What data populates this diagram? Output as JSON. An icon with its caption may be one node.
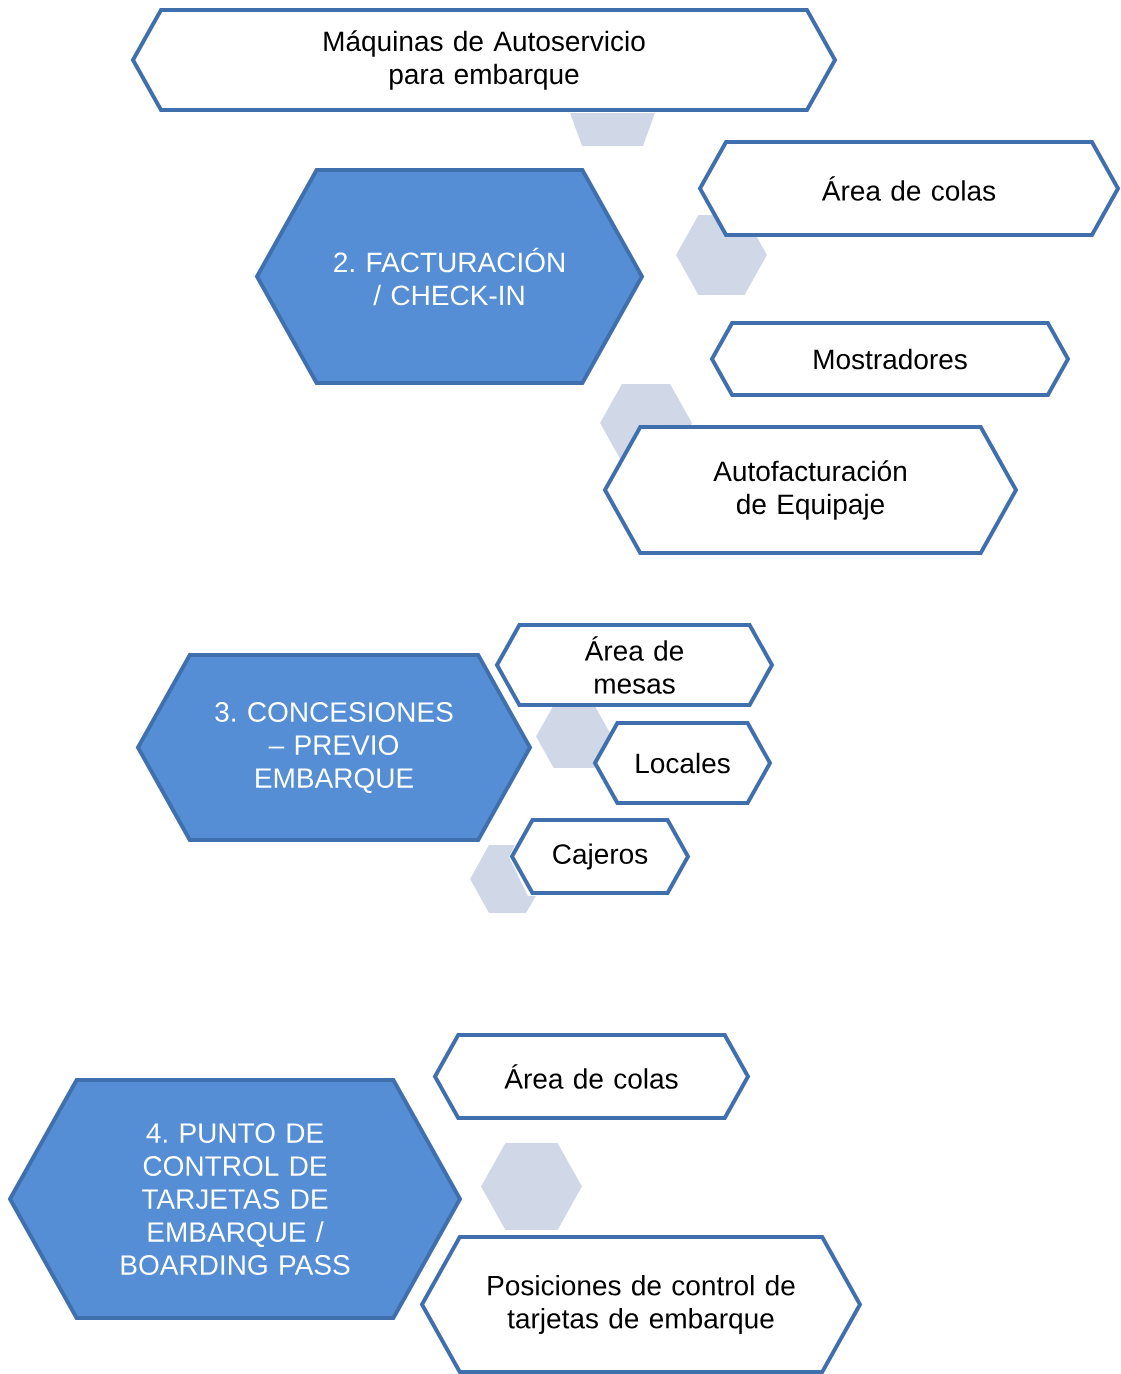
{
  "diagram": {
    "nodes": [
      {
        "text": [
          "Máquinas de Autoservicio para embarque"
        ]
      },
      {
        "text": [],
        "shape": "hexagon"
      },
      {
        "text": [
          "2. FACTURACIÓN / CHECK-IN"
        ]
      },
      {
        "text": [
          "Área de colas"
        ]
      },
      {
        "text": [],
        "shape": "hexagon"
      },
      {
        "text": [
          "Mostradores"
        ]
      },
      {
        "text": [],
        "shape": "hexagon"
      },
      {
        "text": [
          "Autofacturación de Equipaje"
        ]
      },
      {
        "text": [
          "Área de mesas"
        ]
      },
      {
        "text": [
          "3. CONCESIONES – PREVIO EMBARQUE"
        ]
      },
      {
        "text": [],
        "shape": "hexagon"
      },
      {
        "text": [
          "Locales"
        ]
      },
      {
        "text": [
          "Cajeros"
        ]
      },
      {
        "text": [],
        "shape": "hexagon"
      },
      {
        "text": [
          "Área de colas"
        ]
      },
      {
        "text": [
          "4. PUNTO DE CONTROL DE TARJETAS DE EMBARQUE / BOARDING PASS"
        ]
      },
      {
        "text": [],
        "shape": "hexagon"
      },
      {
        "text": [
          "Posiciones de control de tarjetas de embarque"
        ]
      }
    ]
  }
}
